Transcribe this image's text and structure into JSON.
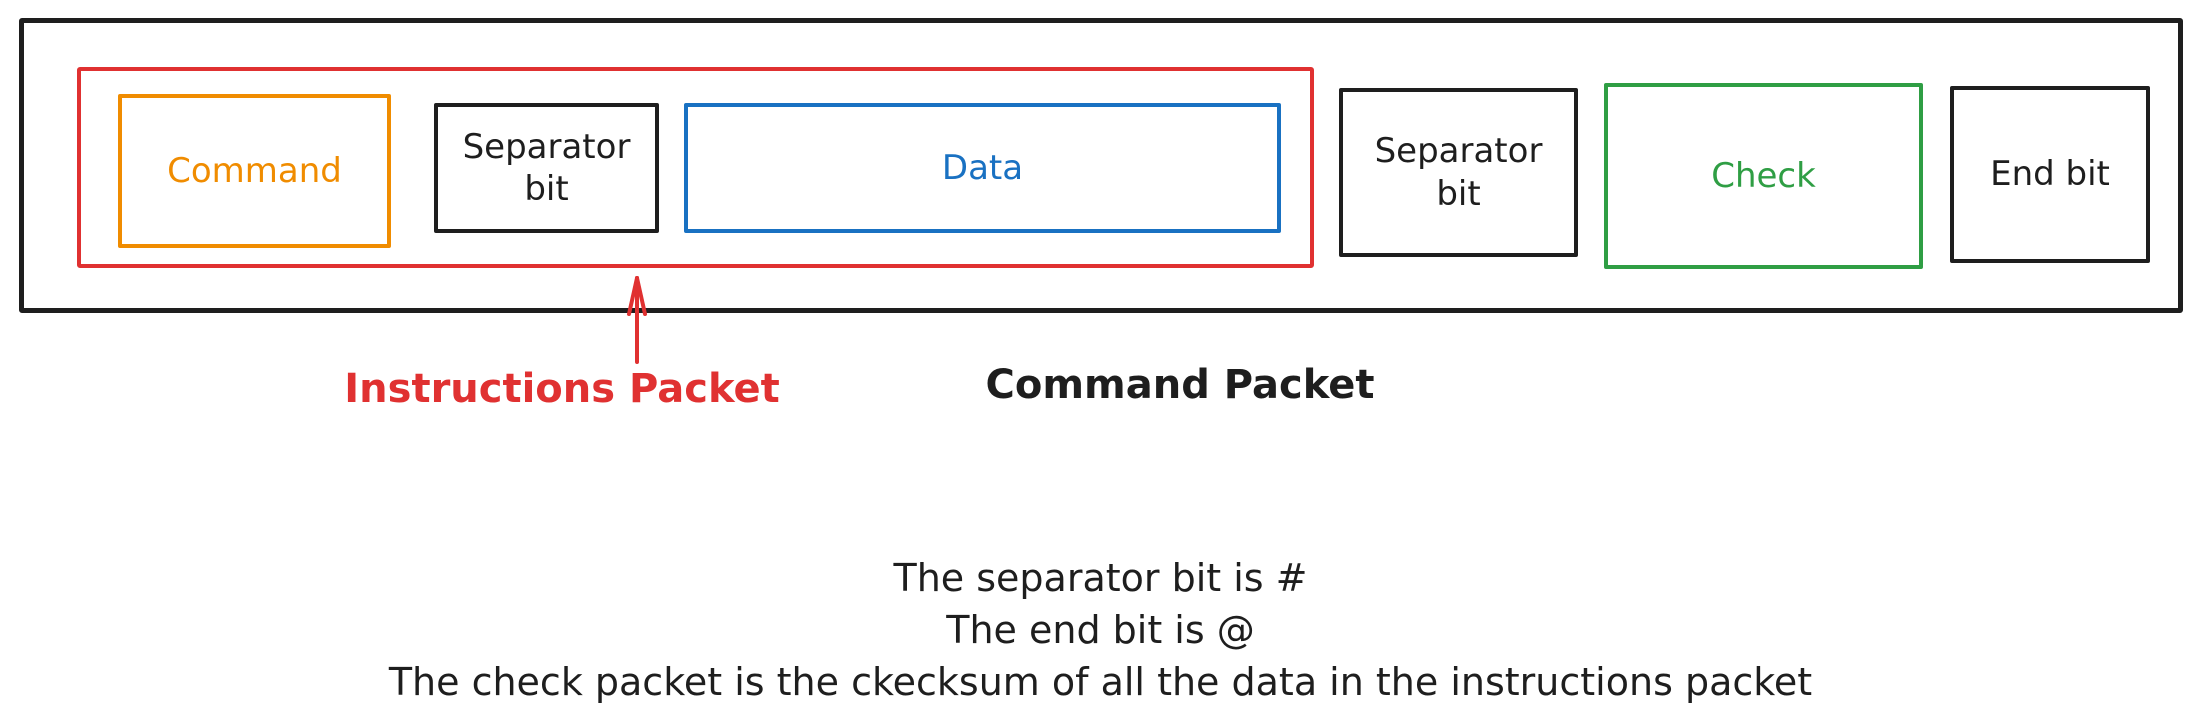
{
  "colors": {
    "stroke_black": "#1e1e1e",
    "red": "#e03131",
    "orange": "#f08c00",
    "blue": "#1971c2",
    "green": "#2f9e44",
    "background": "#ffffff"
  },
  "packet_boxes": [
    {
      "id": "command",
      "label": "Command",
      "color": "#f08c00",
      "inside_instructions_packet": true
    },
    {
      "id": "separator-bit-1",
      "label": "Separator bit",
      "color": "#1e1e1e",
      "inside_instructions_packet": true
    },
    {
      "id": "data",
      "label": "Data",
      "color": "#1971c2",
      "inside_instructions_packet": true
    },
    {
      "id": "separator-bit-2",
      "label": "Separator bit",
      "color": "#1e1e1e",
      "inside_instructions_packet": false
    },
    {
      "id": "check",
      "label": "Check",
      "color": "#2f9e44",
      "inside_instructions_packet": false
    },
    {
      "id": "end-bit",
      "label": "End bit",
      "color": "#1e1e1e",
      "inside_instructions_packet": false
    }
  ],
  "annotations": {
    "instructions_packet_label": "Instructions Packet",
    "command_packet_label": "Command Packet",
    "arrow": {
      "direction": "up",
      "color": "#e03131",
      "points_to": "instructions-packet-outline"
    }
  },
  "notes": [
    "The separator bit is #",
    "The end bit is @",
    "The check packet is the ckecksum of all the data in the instructions packet"
  ]
}
